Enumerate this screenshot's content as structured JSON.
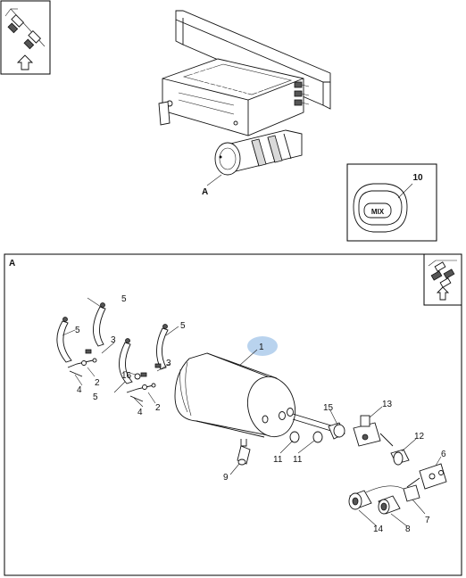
{
  "view_labels": {
    "overview_callout": "A",
    "detail_frame": "A"
  },
  "inset": {
    "callout": "10",
    "button_text": "MIX"
  },
  "callouts": {
    "c1": "1",
    "c2a": "2",
    "c2b": "2",
    "c3a": "3",
    "c3b": "3",
    "c4a": "4",
    "c4b": "4",
    "c5a": "5",
    "c5b": "5",
    "c5c": "5",
    "c5d": "5",
    "c6": "6",
    "c7": "7",
    "c8": "8",
    "c9": "9",
    "c11a": "11",
    "c11b": "11",
    "c12": "12",
    "c13": "13",
    "c14": "14",
    "c15": "15",
    "c16": "16"
  },
  "icons": [
    "truck-orientation-icon",
    "truck-orientation-icon-detail"
  ],
  "colors": {
    "highlight": "#b9d3ee",
    "line": "#111111",
    "frame": "#000000"
  }
}
